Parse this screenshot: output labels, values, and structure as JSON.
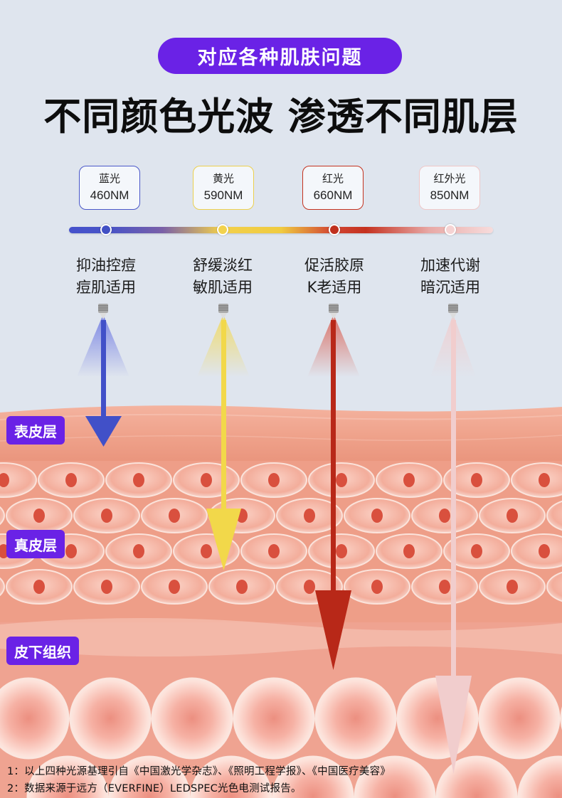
{
  "header": {
    "pill_text": "对应各种肌肤问题",
    "headline": "不同颜色光波 渗透不同肌层"
  },
  "wavelengths": [
    {
      "name": "蓝光",
      "nm": "460NM",
      "color": "#4a57c9",
      "benefit_line1": "抑油控痘",
      "benefit_line2": "痘肌适用",
      "icon": "led-bulb-icon"
    },
    {
      "name": "黄光",
      "nm": "590NM",
      "color": "#f0cf45",
      "benefit_line1": "舒缓淡红",
      "benefit_line2": "敏肌适用",
      "icon": "led-bulb-icon"
    },
    {
      "name": "红光",
      "nm": "660NM",
      "color": "#c4321f",
      "benefit_line1": "促活胶原",
      "benefit_line2": "K老适用",
      "icon": "led-bulb-icon"
    },
    {
      "name": "红外光",
      "nm": "850NM",
      "color": "#f2cfcf",
      "benefit_line1": "加速代谢",
      "benefit_line2": "暗沉适用",
      "icon": "led-bulb-icon"
    }
  ],
  "layers": {
    "epidermis": "表皮层",
    "dermis": "真皮层",
    "subcutaneous": "皮下组织"
  },
  "footnotes": {
    "line1": "1：以上四种光源基理引自《中国激光学杂志》、《照明工程学报》、《中国医疗美容》",
    "line2": "2：数据来源于远方（EVERFINE）LEDSPEC光色电测试报告。"
  },
  "colors": {
    "accent_purple": "#6a22e6",
    "background": "#dfe5ee",
    "skin_epidermis": "#f1a48e",
    "skin_cell": "#f5b2a1"
  }
}
